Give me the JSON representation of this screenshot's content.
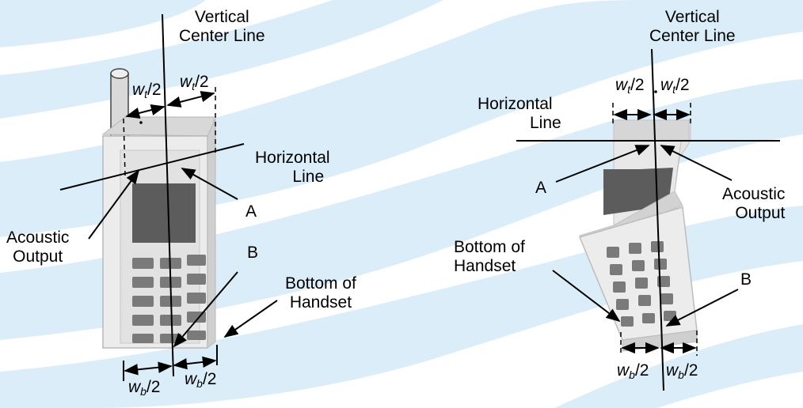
{
  "colors": {
    "background_wave": "#dcedfa",
    "phone_body": "#e9e9e9",
    "phone_edge": "#b9b9b9",
    "screen": "#5c5c5c",
    "key": "#7a7a7a",
    "line": "#000000"
  },
  "left_figure": {
    "vertical_center_line": [
      "Vertical",
      "Center Line"
    ],
    "horizontal_line": [
      "Horizontal",
      "Line"
    ],
    "point_a": "A",
    "point_b": "B",
    "acoustic_output": [
      "Acoustic",
      "Output"
    ],
    "bottom_of_handset": [
      "Bottom of",
      "Handset"
    ],
    "top_left_dim": {
      "symbol": "w",
      "subscript": "t",
      "suffix": "/2"
    },
    "top_right_dim": {
      "symbol": "w",
      "subscript": "t",
      "suffix": "/2"
    },
    "bottom_left_dim": {
      "symbol": "w",
      "subscript": "b",
      "suffix": "/2"
    },
    "bottom_right_dim": {
      "symbol": "w",
      "subscript": "b",
      "suffix": "/2"
    }
  },
  "right_figure": {
    "vertical_center_line": [
      "Vertical",
      "Center Line"
    ],
    "horizontal_line": [
      "Horizontal",
      "Line"
    ],
    "point_a": "A",
    "point_b": "B",
    "acoustic_output": [
      "Acoustic",
      "Output"
    ],
    "bottom_of_handset": [
      "Bottom of",
      "Handset"
    ],
    "top_left_dim": {
      "symbol": "w",
      "subscript": "t",
      "suffix": "/2"
    },
    "top_right_dim": {
      "symbol": "w",
      "subscript": "t",
      "suffix": "/2"
    },
    "bottom_left_dim": {
      "symbol": "w",
      "subscript": "b",
      "suffix": "/2"
    },
    "bottom_right_dim": {
      "symbol": "w",
      "subscript": "b",
      "suffix": "/2"
    }
  }
}
